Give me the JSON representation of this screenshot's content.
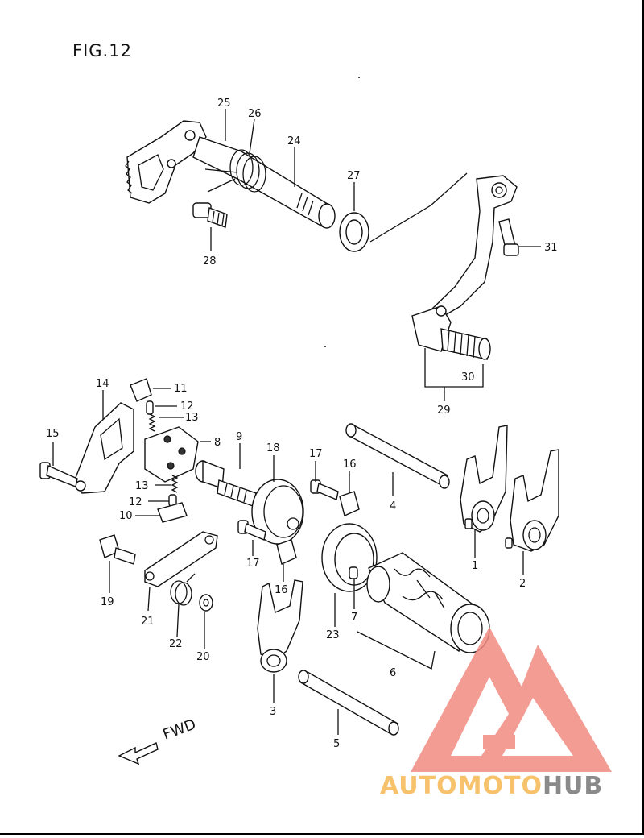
{
  "figure": {
    "title": "FIG.12"
  },
  "direction": {
    "label": "FWD"
  },
  "watermark": {
    "brand_part1": "AUTOMOTO",
    "brand_part2": "HUB",
    "color_primary": "#f28b82",
    "color_secondary": "#f7c26b",
    "color_dark": "#8a8a8a"
  },
  "callouts": {
    "c1": "1",
    "c2": "2",
    "c3": "3",
    "c4": "4",
    "c5": "5",
    "c6": "6",
    "c7": "7",
    "c8": "8",
    "c9": "9",
    "c10": "10",
    "c11": "11",
    "c12a": "12",
    "c12b": "12",
    "c13a": "13",
    "c13b": "13",
    "c14": "14",
    "c15": "15",
    "c16a": "16",
    "c16b": "16",
    "c17a": "17",
    "c17b": "17",
    "c18": "18",
    "c19": "19",
    "c20": "20",
    "c21": "21",
    "c22": "22",
    "c23": "23",
    "c24": "24",
    "c25": "25",
    "c26": "26",
    "c27": "27",
    "c28": "28",
    "c29": "29",
    "c30": "30",
    "c31": "31"
  }
}
